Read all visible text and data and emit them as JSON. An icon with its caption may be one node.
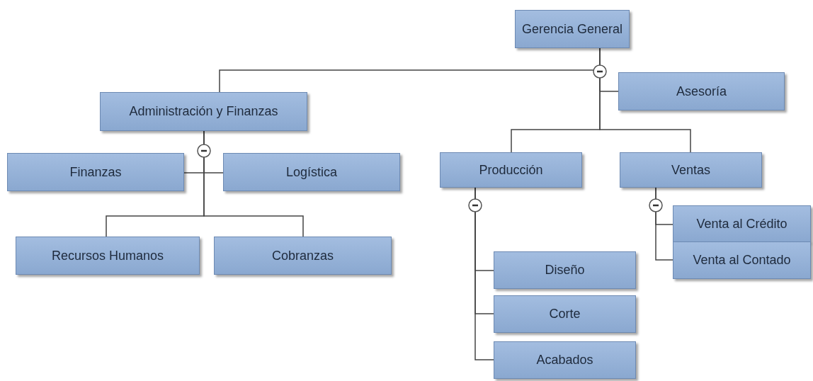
{
  "diagram": {
    "nodes": [
      {
        "text": [
          "Gerencia General"
        ]
      },
      {
        "text": [
          "Administración y Finanzas"
        ]
      },
      {
        "text": [
          "Asesoría"
        ]
      },
      {
        "text": [
          "Producción"
        ]
      },
      {
        "text": [
          "Ventas"
        ]
      },
      {
        "text": [
          "Finanzas"
        ]
      },
      {
        "text": [
          "Logística"
        ]
      },
      {
        "text": [
          "Recursos Humanos"
        ]
      },
      {
        "text": [
          "Cobranzas"
        ]
      },
      {
        "text": [
          "Diseño"
        ]
      },
      {
        "text": [
          "Corte"
        ]
      },
      {
        "text": [
          "Acabados"
        ]
      },
      {
        "text": [
          "Venta al Crédito"
        ]
      },
      {
        "text": [
          "Venta al Contado"
        ]
      }
    ],
    "edges": [
      {
        "from": 0,
        "to": 1,
        "arrow": "none"
      },
      {
        "from": 0,
        "to": 2,
        "arrow": "none"
      },
      {
        "from": 0,
        "to": 3,
        "arrow": "none"
      },
      {
        "from": 0,
        "to": 4,
        "arrow": "none"
      },
      {
        "from": 1,
        "to": 5,
        "arrow": "none"
      },
      {
        "from": 1,
        "to": 6,
        "arrow": "none"
      },
      {
        "from": 1,
        "to": 7,
        "arrow": "none"
      },
      {
        "from": 1,
        "to": 8,
        "arrow": "none"
      },
      {
        "from": 3,
        "to": 9,
        "arrow": "none"
      },
      {
        "from": 3,
        "to": 10,
        "arrow": "none"
      },
      {
        "from": 3,
        "to": 11,
        "arrow": "none"
      },
      {
        "from": 4,
        "to": 12,
        "arrow": "none"
      },
      {
        "from": 4,
        "to": 13,
        "arrow": "none"
      }
    ]
  }
}
